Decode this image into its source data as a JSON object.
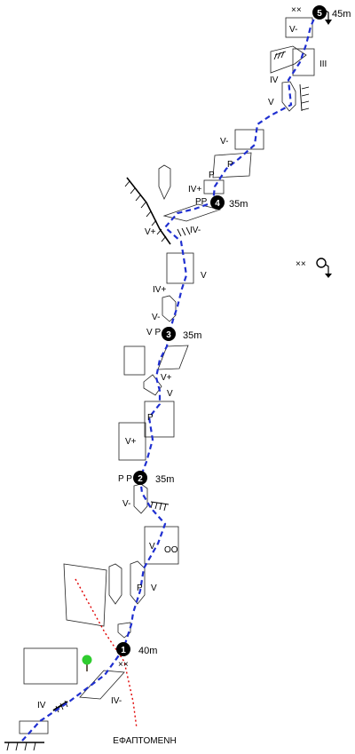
{
  "belays": [
    {
      "number": "1",
      "length": "40m"
    },
    {
      "number": "2",
      "length": "35m"
    },
    {
      "number": "3",
      "length": "35m"
    },
    {
      "number": "4",
      "length": "35m"
    },
    {
      "number": "5",
      "length": "45m"
    }
  ],
  "grades": {
    "start_iv": "IV",
    "start_ivminus": "IV-",
    "p1_p": "P",
    "p1_v": "V",
    "p2_v": "V",
    "p2_oo": "OO",
    "p2_vminus": "V-",
    "p2_pp": "P P",
    "p3_vplus": "V+",
    "p3_p": "P",
    "p3_v": "V",
    "p3_vplus2": "V+",
    "p3_vp": "V P",
    "p4_vminus": "V-",
    "p4_ivplus": "IV+",
    "p4_v": "V",
    "p4_vplus": "V+",
    "p4_ivminus": "IV-",
    "p4_pp": "PP",
    "p5_ivplus": "IV+",
    "p5_p": "P",
    "p5_p2": "P",
    "p5_vminus": "V-",
    "p5_v": "V",
    "p5_iv": "IV",
    "p5_iii": "III",
    "p5_vminus_top": "V-"
  },
  "anchors": {
    "belay1_xx": "××",
    "side_xx": "××",
    "top_xx": "××"
  },
  "tangent_label": "ΕΦΑΠΤΟΜΕΝΗ",
  "colors": {
    "route": "#1f2fd0",
    "tangent": "#e00000",
    "belay_fill": "#000000",
    "tree": "#2fcc2f"
  }
}
